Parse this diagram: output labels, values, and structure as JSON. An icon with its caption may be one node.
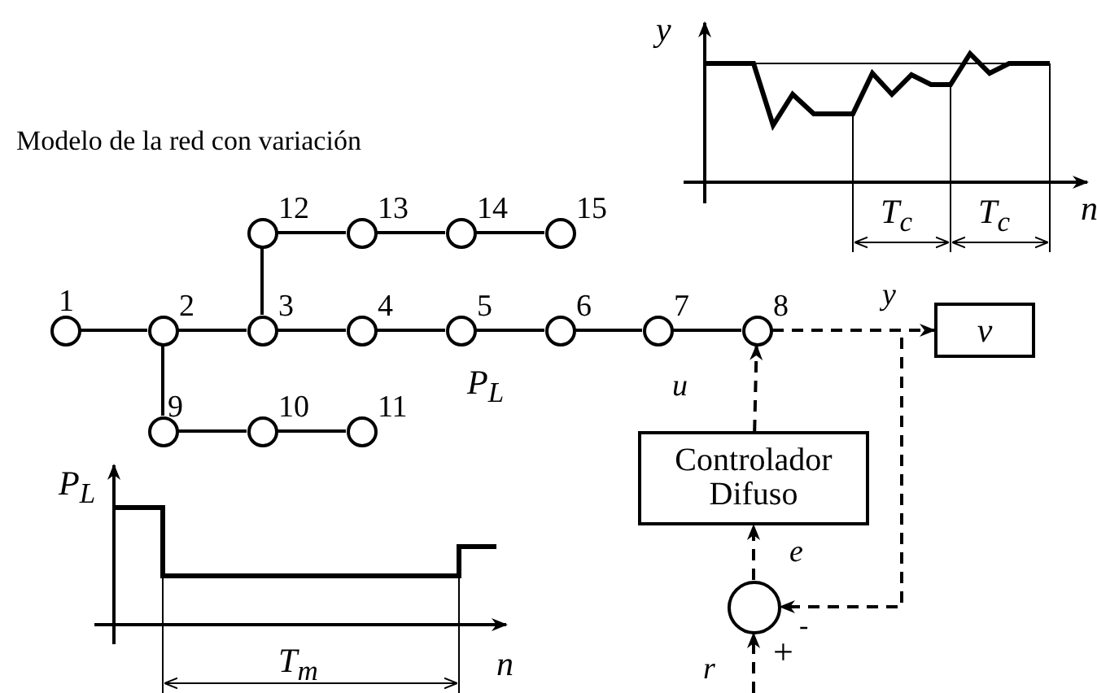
{
  "diagram": {
    "title": "Modelo de la red con variación",
    "nodes": [
      {
        "text": [],
        "shape": "circle",
        "beside": [
          "1"
        ]
      },
      {
        "text": [],
        "shape": "circle",
        "beside": [
          "2"
        ]
      },
      {
        "text": [],
        "shape": "circle",
        "beside": [
          "3"
        ]
      },
      {
        "text": [],
        "shape": "circle",
        "beside": [
          "4"
        ]
      },
      {
        "text": [],
        "shape": "circle",
        "beside": [
          "5"
        ]
      },
      {
        "text": [],
        "shape": "circle",
        "beside": [
          "6"
        ]
      },
      {
        "text": [],
        "shape": "circle",
        "beside": [
          "7"
        ]
      },
      {
        "text": [],
        "shape": "circle",
        "beside": [
          "8"
        ]
      },
      {
        "text": [],
        "shape": "circle",
        "beside": [
          "9"
        ]
      },
      {
        "text": [],
        "shape": "circle",
        "beside": [
          "10"
        ]
      },
      {
        "text": [],
        "shape": "circle",
        "beside": [
          "11"
        ]
      },
      {
        "text": [],
        "shape": "circle",
        "beside": [
          "12"
        ]
      },
      {
        "text": [],
        "shape": "circle",
        "beside": [
          "13"
        ]
      },
      {
        "text": [],
        "shape": "circle",
        "beside": [
          "14"
        ]
      },
      {
        "text": [],
        "shape": "circle",
        "beside": [
          "15"
        ]
      },
      {
        "text": [
          "v"
        ]
      },
      {
        "text": [
          "Controlador Difuso"
        ]
      },
      {
        "text": [],
        "shape": "circle"
      }
    ],
    "edges": [
      {
        "from": 0,
        "to": 1,
        "arrow": "none"
      },
      {
        "from": 1,
        "to": 2,
        "arrow": "none"
      },
      {
        "from": 2,
        "to": 3,
        "arrow": "none"
      },
      {
        "from": 3,
        "to": 4,
        "arrow": "none"
      },
      {
        "from": 4,
        "to": 5,
        "arrow": "none"
      },
      {
        "from": 5,
        "to": 6,
        "arrow": "none"
      },
      {
        "from": 6,
        "to": 7,
        "arrow": "none"
      },
      {
        "from": 1,
        "to": 8,
        "arrow": "none"
      },
      {
        "from": 8,
        "to": 9,
        "arrow": "none"
      },
      {
        "from": 9,
        "to": 10,
        "arrow": "none"
      },
      {
        "from": 2,
        "to": 11,
        "arrow": "none"
      },
      {
        "from": 11,
        "to": 12,
        "arrow": "none"
      },
      {
        "from": 12,
        "to": 13,
        "arrow": "none"
      },
      {
        "from": 13,
        "to": 14,
        "arrow": "none"
      },
      {
        "from": 7,
        "to": 15,
        "arrow": "to",
        "label": "y",
        "style": "dashed"
      },
      {
        "from": 7,
        "to": 17,
        "arrow": "to",
        "style": "dashed"
      },
      {
        "from": 16,
        "to": 7,
        "arrow": "to",
        "label": "u",
        "style": "dashed"
      },
      {
        "from": 17,
        "to": 16,
        "arrow": "to",
        "label": "e",
        "style": "dashed"
      },
      {
        "from": null,
        "to": 17,
        "arrow": "to",
        "label": "r",
        "style": "dashed"
      }
    ],
    "labels": [
      "P$_{L}$",
      "-",
      "+",
      "y",
      "T$_{c}$",
      "T$_{c}$",
      "n",
      "P$_{L}$",
      "T$_{m}$",
      "n"
    ]
  }
}
